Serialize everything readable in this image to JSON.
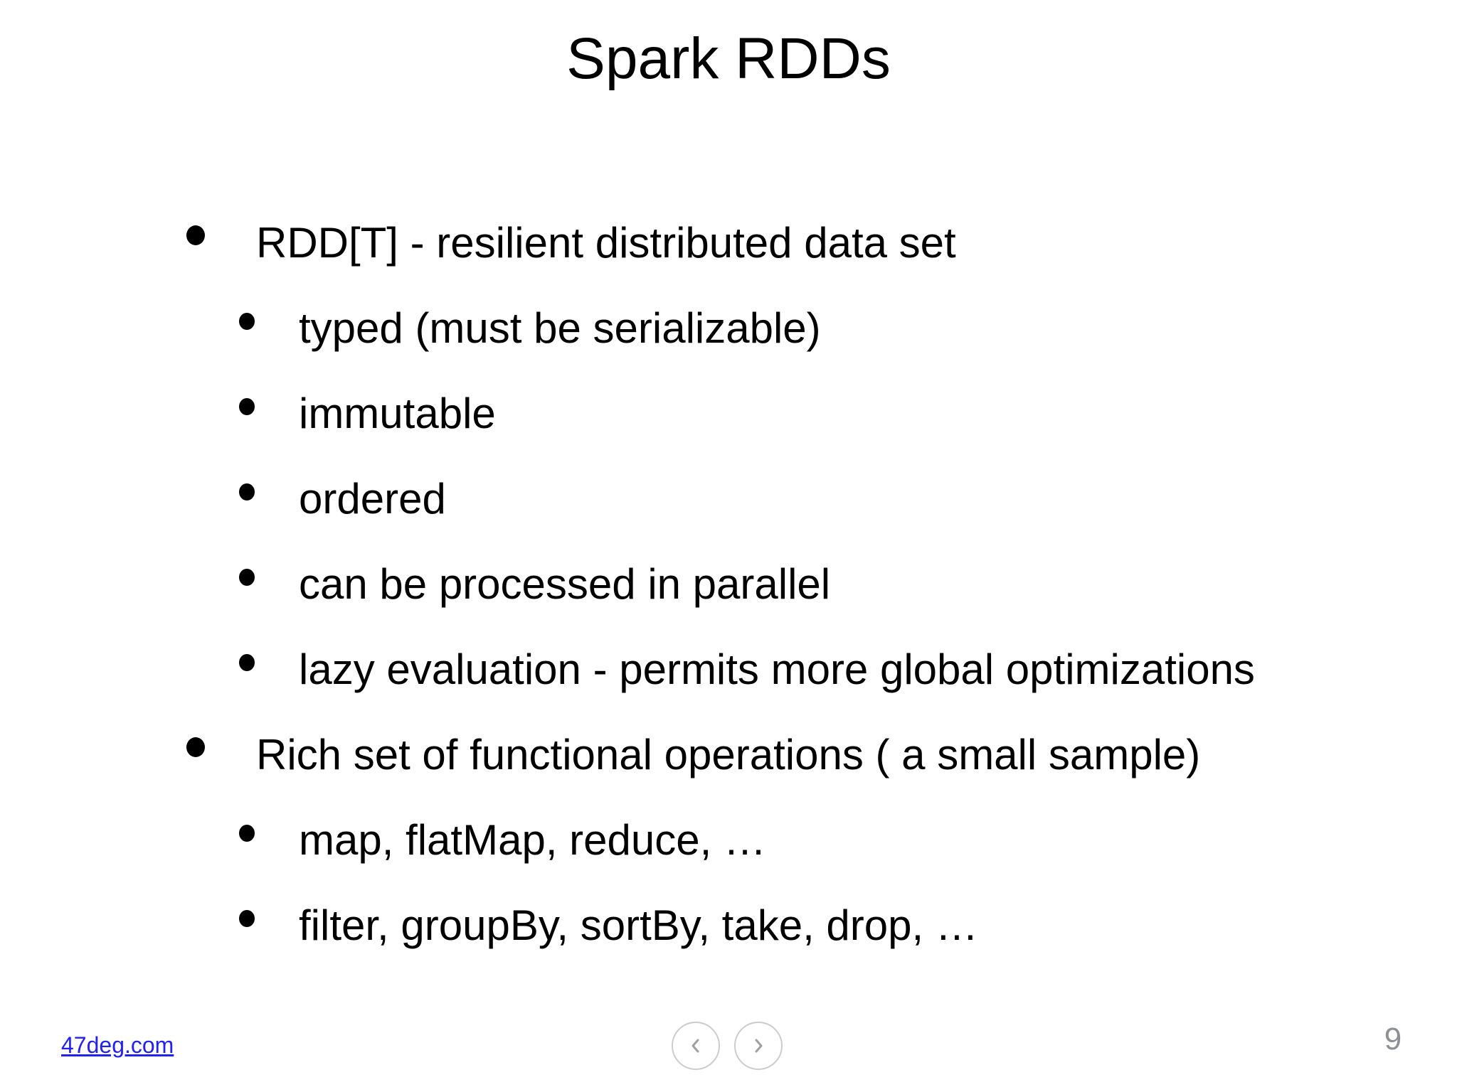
{
  "slide": {
    "title": "Spark RDDs",
    "bullets": [
      {
        "level": 1,
        "text": "RDD[T] - resilient distributed data set"
      },
      {
        "level": 2,
        "text": "typed (must be serializable)"
      },
      {
        "level": 2,
        "text": "immutable"
      },
      {
        "level": 2,
        "text": "ordered"
      },
      {
        "level": 2,
        "text": "can be processed in parallel"
      },
      {
        "level": 2,
        "text": "lazy evaluation - permits more global optimizations"
      },
      {
        "level": 1,
        "text": "Rich set of functional operations ( a small sample)"
      },
      {
        "level": 2,
        "text": "map, flatMap, reduce, …"
      },
      {
        "level": 2,
        "text": "filter, groupBy, sortBy, take, drop, …"
      }
    ]
  },
  "footer": {
    "link_label": "47deg.com",
    "page_number": "9",
    "nav": {
      "prev_icon": "chevron-left-icon",
      "next_icon": "chevron-right-icon"
    }
  },
  "colors": {
    "background": "#ffffff",
    "text": "#000000",
    "link": "#2222ee",
    "page_number": "#8d9196",
    "nav_border": "#cccccc",
    "nav_chevron": "#a0a0a0"
  }
}
